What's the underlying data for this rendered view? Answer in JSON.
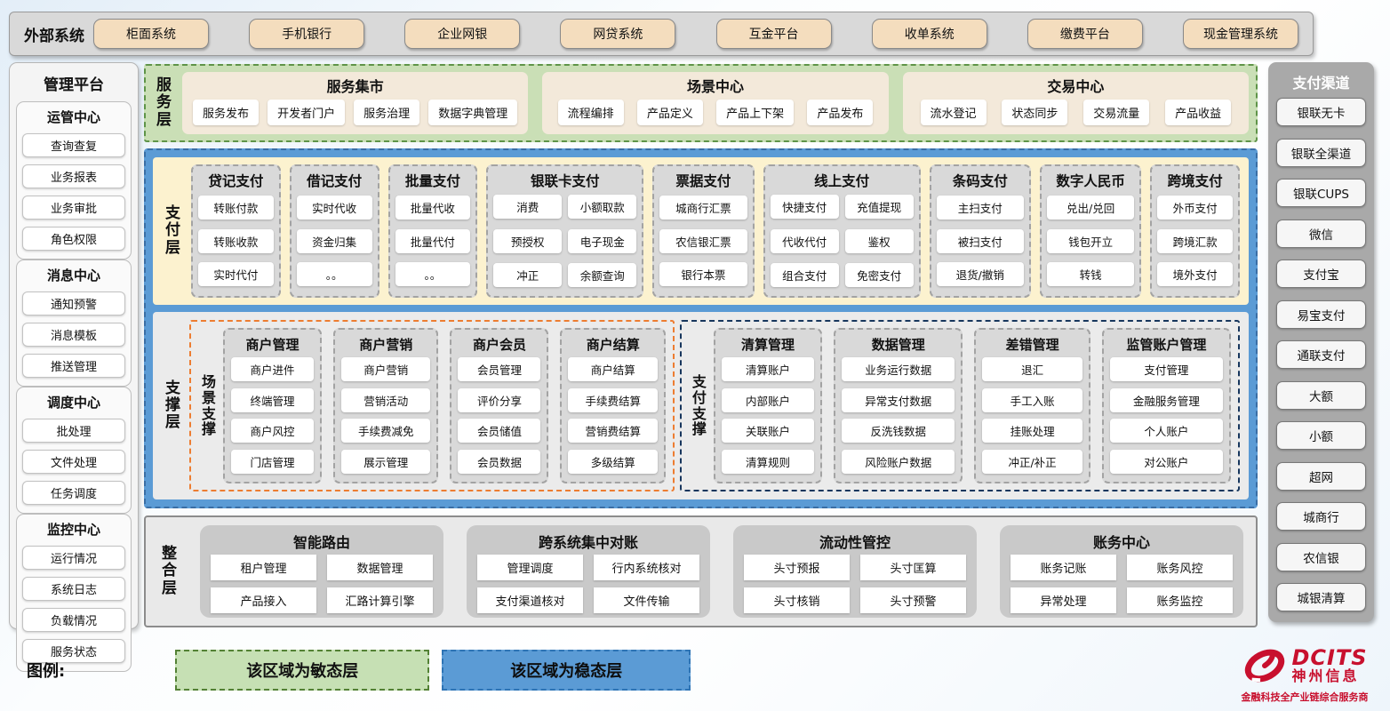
{
  "external_systems": {
    "label": "外部系统",
    "items": [
      "柜面系统",
      "手机银行",
      "企业网银",
      "网贷系统",
      "互金平台",
      "收单系统",
      "缴费平台",
      "现金管理系统"
    ]
  },
  "management_platform": {
    "title": "管理平台",
    "sections": [
      {
        "title": "运管中心",
        "items": [
          "查询查复",
          "业务报表",
          "业务审批",
          "角色权限"
        ]
      },
      {
        "title": "消息中心",
        "items": [
          "通知预警",
          "消息模板",
          "推送管理"
        ]
      },
      {
        "title": "调度中心",
        "items": [
          "批处理",
          "文件处理",
          "任务调度"
        ]
      },
      {
        "title": "监控中心",
        "items": [
          "运行情况",
          "系统日志",
          "负载情况",
          "服务状态"
        ]
      }
    ]
  },
  "service_layer": {
    "label": "服务层",
    "groups": [
      {
        "title": "服务集市",
        "items": [
          "服务发布",
          "开发者门户",
          "服务治理",
          "数据字典管理"
        ]
      },
      {
        "title": "场景中心",
        "items": [
          "流程编排",
          "产品定义",
          "产品上下架",
          "产品发布"
        ]
      },
      {
        "title": "交易中心",
        "items": [
          "流水登记",
          "状态同步",
          "交易流量",
          "产品收益"
        ]
      }
    ]
  },
  "payment_layer": {
    "label": "支付层",
    "groups": [
      {
        "title": "贷记支付",
        "cols": 1,
        "items": [
          "转账付款",
          "转账收款",
          "实时代付"
        ]
      },
      {
        "title": "借记支付",
        "cols": 1,
        "items": [
          "实时代收",
          "资金归集",
          "。。"
        ]
      },
      {
        "title": "批量支付",
        "cols": 1,
        "items": [
          "批量代收",
          "批量代付",
          "。。"
        ]
      },
      {
        "title": "银联卡支付",
        "cols": 2,
        "items": [
          "消费",
          "小额取款",
          "预授权",
          "电子现金",
          "冲正",
          "余额查询"
        ]
      },
      {
        "title": "票据支付",
        "cols": 1,
        "items": [
          "城商行汇票",
          "农信银汇票",
          "银行本票"
        ]
      },
      {
        "title": "线上支付",
        "cols": 2,
        "items": [
          "快捷支付",
          "充值提现",
          "代收代付",
          "鉴权",
          "组合支付",
          "免密支付"
        ]
      },
      {
        "title": "条码支付",
        "cols": 1,
        "items": [
          "主扫支付",
          "被扫支付",
          "退货/撤销"
        ]
      },
      {
        "title": "数字人民币",
        "cols": 1,
        "items": [
          "兑出/兑回",
          "钱包开立",
          "转钱"
        ]
      },
      {
        "title": "跨境支付",
        "cols": 1,
        "items": [
          "外币支付",
          "跨境汇款",
          "境外支付"
        ]
      }
    ]
  },
  "support_layer": {
    "label": "支撑层",
    "scene_support": {
      "label": "场景支撑",
      "groups": [
        {
          "title": "商户管理",
          "items": [
            "商户进件",
            "终端管理",
            "商户风控",
            "门店管理"
          ]
        },
        {
          "title": "商户营销",
          "items": [
            "商户营销",
            "营销活动",
            "手续费减免",
            "展示管理"
          ]
        },
        {
          "title": "商户会员",
          "items": [
            "会员管理",
            "评价分享",
            "会员储值",
            "会员数据"
          ]
        },
        {
          "title": "商户结算",
          "items": [
            "商户结算",
            "手续费结算",
            "营销费结算",
            "多级结算"
          ]
        }
      ]
    },
    "payment_support": {
      "label": "支付支撑",
      "groups": [
        {
          "title": "清算管理",
          "items": [
            "清算账户",
            "内部账户",
            "关联账户",
            "清算规则"
          ]
        },
        {
          "title": "数据管理",
          "items": [
            "业务运行数据",
            "异常支付数据",
            "反洗钱数据",
            "风险账户数据"
          ]
        },
        {
          "title": "差错管理",
          "items": [
            "退汇",
            "手工入账",
            "挂账处理",
            "冲正/补正"
          ]
        },
        {
          "title": "监管账户管理",
          "items": [
            "支付管理",
            "金融服务管理",
            "个人账户",
            "对公账户"
          ]
        }
      ]
    }
  },
  "integration_layer": {
    "label": "整合层",
    "groups": [
      {
        "title": "智能路由",
        "items": [
          "租户管理",
          "数据管理",
          "产品接入",
          "汇路计算引擎"
        ]
      },
      {
        "title": "跨系统集中对账",
        "items": [
          "管理调度",
          "行内系统核对",
          "支付渠道核对",
          "文件传输"
        ]
      },
      {
        "title": "流动性管控",
        "items": [
          "头寸预报",
          "头寸匡算",
          "头寸核销",
          "头寸预警"
        ]
      },
      {
        "title": "账务中心",
        "items": [
          "账务记账",
          "账务风控",
          "异常处理",
          "账务监控"
        ]
      }
    ]
  },
  "payment_channels": {
    "title": "支付渠道",
    "items": [
      "银联无卡",
      "银联全渠道",
      "银联CUPS",
      "微信",
      "支付宝",
      "易宝支付",
      "通联支付",
      "大额",
      "小额",
      "超网",
      "城商行",
      "农信银",
      "城银清算"
    ]
  },
  "legend": {
    "label": "图例:",
    "agile": "该区域为敏态层",
    "stable": "该区域为稳态层"
  },
  "logo": {
    "brand": "DCITS",
    "name": "神州信息",
    "tagline": "金融科技全产业链综合服务商"
  },
  "colors": {
    "agile_green": "#c6e0b4",
    "agile_border": "#538135",
    "stable_blue": "#5b9bd5",
    "stable_border": "#2e74b5",
    "payment_cream": "#fcf2cf",
    "group_gray": "#d9d9d9",
    "scene_orange": "#ed7d31",
    "payment_navy": "#17365d",
    "external_tan": "#f4ddbe",
    "brand_red": "#c8102e"
  }
}
